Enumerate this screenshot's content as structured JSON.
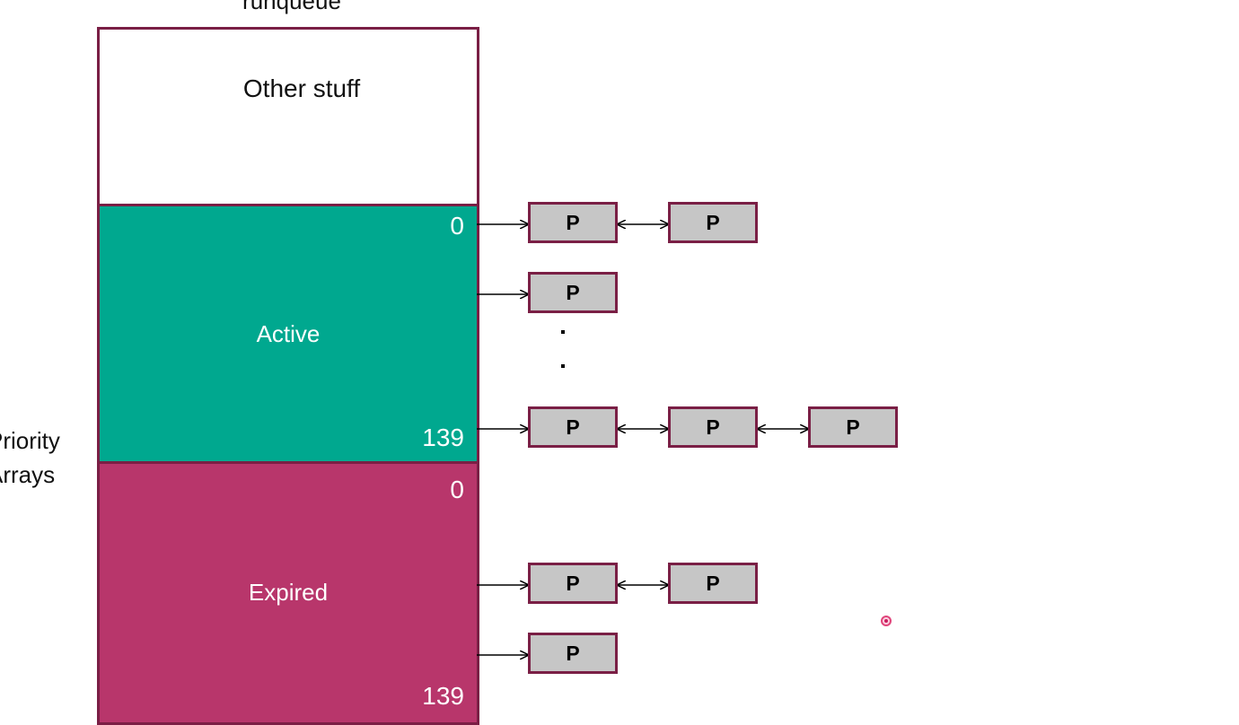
{
  "title": "runqueue",
  "side_label": {
    "line1": "Priority",
    "line2": "Arrays"
  },
  "runqueue": {
    "other": "Other stuff",
    "active": {
      "label": "Active",
      "top_index": "0",
      "bottom_index": "139"
    },
    "expired": {
      "label": "Expired",
      "top_index": "0",
      "bottom_index": "139"
    }
  },
  "process_label": "P",
  "colors": {
    "active": "#00a88f",
    "expired": "#b8366b",
    "border": "#7a1f45",
    "process_box": "#c6c6c6"
  }
}
